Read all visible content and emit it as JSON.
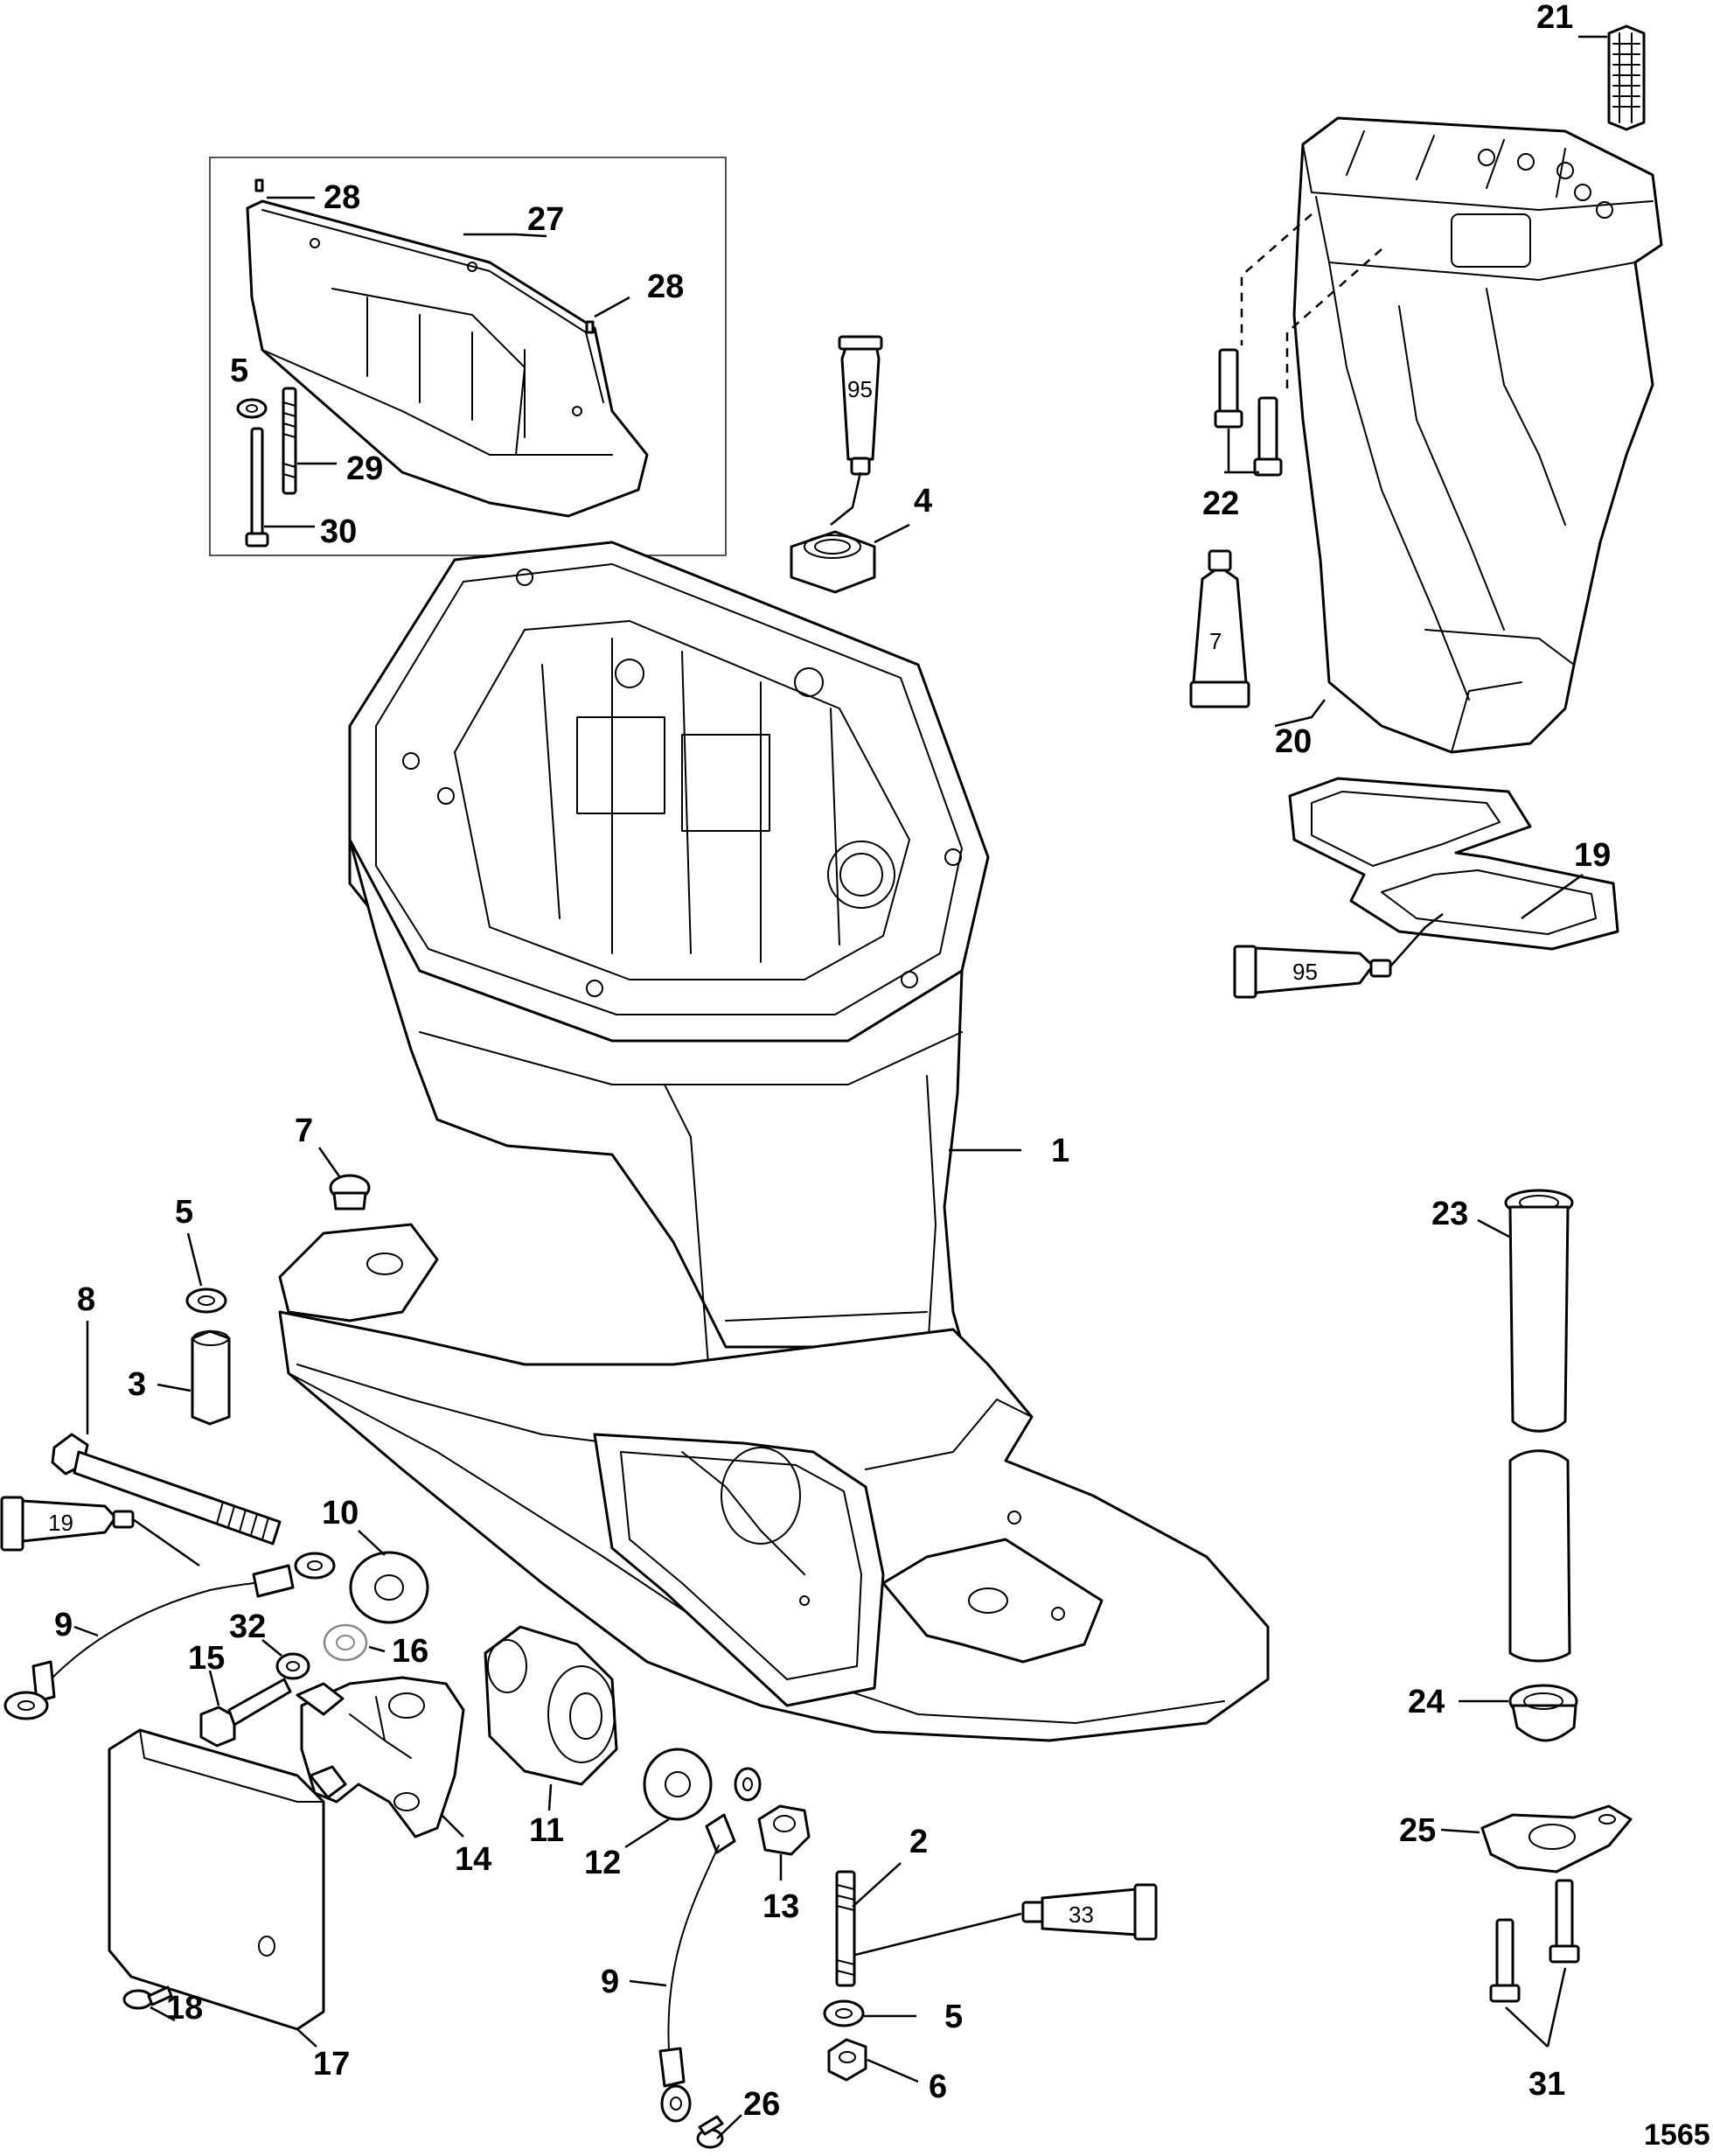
{
  "callouts": [
    "1",
    "2",
    "3",
    "4",
    "5",
    "6",
    "7",
    "8",
    "9",
    "10",
    "11",
    "12",
    "13",
    "14",
    "15",
    "16",
    "17",
    "18",
    "19",
    "20",
    "21",
    "22",
    "23",
    "24",
    "25",
    "26",
    "27",
    "28",
    "29",
    "30",
    "31",
    "32",
    "33"
  ],
  "labels": {
    "c21": "21",
    "c28a": "28",
    "c27": "27",
    "c28b": "28",
    "c5a": "5",
    "c29": "29",
    "c30": "30",
    "c4": "4",
    "c22": "22",
    "c20": "20",
    "c19": "19",
    "c7": "7",
    "c1": "1",
    "c5b": "5",
    "c8": "8",
    "c3": "3",
    "c23": "23",
    "c10": "10",
    "c9a": "9",
    "c32": "32",
    "c16": "16",
    "c15": "15",
    "c11": "11",
    "c24": "24",
    "c14": "14",
    "c12": "12",
    "c13": "13",
    "c2": "2",
    "c25": "25",
    "c9b": "9",
    "c5c": "5",
    "c18": "18",
    "c6": "6",
    "c31": "31",
    "c17": "17",
    "c26": "26"
  },
  "tubes": {
    "t95a": "95",
    "t7": "7",
    "t95b": "95",
    "t19": "19",
    "t33": "33"
  },
  "reference_number": "1565"
}
